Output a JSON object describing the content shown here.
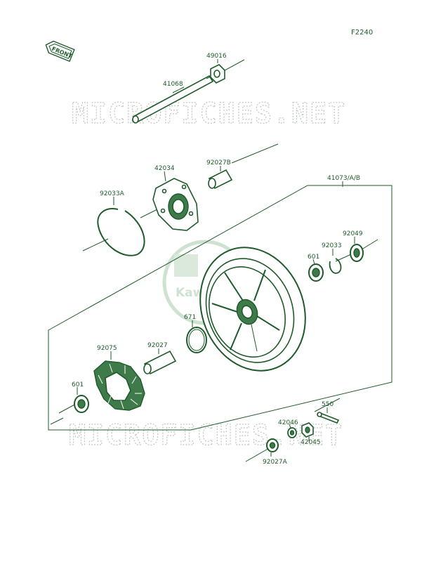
{
  "diagram": {
    "page_code": "F2240",
    "front_label": "FRONT",
    "watermark_text": "MICROFICHES.NET",
    "logo_text": "Kawasaki",
    "colors": {
      "line": "#1e5b2a",
      "fill": "#3f7a4a",
      "watermark": "#bfc7c1",
      "logo": "#cfe2d1"
    }
  },
  "parts": [
    {
      "id": "41068",
      "name": "axle"
    },
    {
      "id": "49016",
      "name": "axle-nut"
    },
    {
      "id": "42034",
      "name": "sprocket-coupling"
    },
    {
      "id": "92027B",
      "name": "collar-92027b"
    },
    {
      "id": "92033A",
      "name": "snap-ring-92033a"
    },
    {
      "id": "41073/A/B",
      "name": "rear-wheel"
    },
    {
      "id": "92049",
      "name": "oil-seal"
    },
    {
      "id": "92033",
      "name": "circlip"
    },
    {
      "id": "601",
      "name": "ball-bearing-right"
    },
    {
      "id": "671",
      "name": "o-ring"
    },
    {
      "id": "92075",
      "name": "coupling-damper"
    },
    {
      "id": "92027",
      "name": "collar-92027"
    },
    {
      "id": "601",
      "name": "ball-bearing-left"
    },
    {
      "id": "550",
      "name": "cotter-pin"
    },
    {
      "id": "42046",
      "name": "washer-42046"
    },
    {
      "id": "42045",
      "name": "nut-42045"
    },
    {
      "id": "92027A",
      "name": "collar-92027a"
    }
  ]
}
